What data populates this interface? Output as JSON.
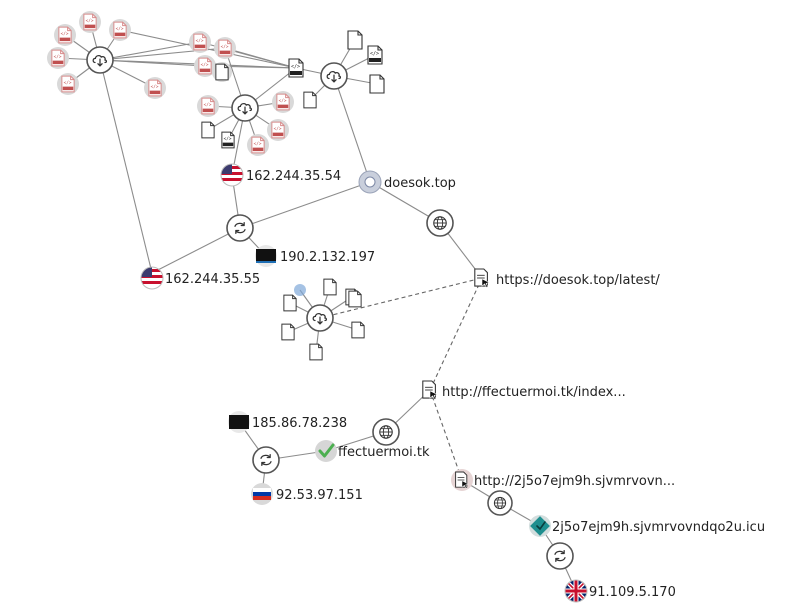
{
  "diagram": {
    "nodes": {
      "ip_162_244_35_54": {
        "label": "162.244.35.54",
        "icon": "us-flag-icon"
      },
      "ip_162_244_35_55": {
        "label": "162.244.35.55",
        "icon": "us-flag-icon"
      },
      "ip_190_2_132_197": {
        "label": "190.2.132.197",
        "icon": "black-flag-icon"
      },
      "domain_doesok": {
        "label": "doesok.top",
        "icon": "globe-icon"
      },
      "url_doesok_latest": {
        "label": "https://doesok.top/latest/",
        "icon": "url-document-icon"
      },
      "url_ffectuermoi": {
        "label": "http://ffectuermoi.tk/index...",
        "icon": "url-document-icon"
      },
      "domain_ffectuermoi": {
        "label": "ffectuermoi.tk",
        "icon": "green-check-icon"
      },
      "ip_185_86_78_238": {
        "label": "185.86.78.238",
        "icon": "black-flag-icon"
      },
      "ip_92_53_97_151": {
        "label": "92.53.97.151",
        "icon": "ru-flag-icon"
      },
      "url_2j5o7": {
        "label": "http://2j5o7ejm9h.sjvmrvovn...",
        "icon": "url-document-icon"
      },
      "domain_2j5o7": {
        "label": "2j5o7ejm9h.sjvmrvovndqo2u.icu",
        "icon": "teal-domain-icon"
      },
      "ip_91_109_5_170": {
        "label": "91.109.5.170",
        "icon": "uk-flag-icon"
      }
    },
    "html_badge": "HTML",
    "colors": {
      "edge": "#8c8c8c",
      "us_flag_red": "#c8102e",
      "us_flag_blue": "#3c3b6e",
      "ru_flag_blue": "#0039a6",
      "ru_flag_red": "#d52b1e",
      "uk_flag_blue": "#012169",
      "uk_flag_red": "#c8102e",
      "check_green": "#4caf50",
      "teal": "#1f8f8f",
      "highlight_blue": "#7fa8d8"
    }
  }
}
